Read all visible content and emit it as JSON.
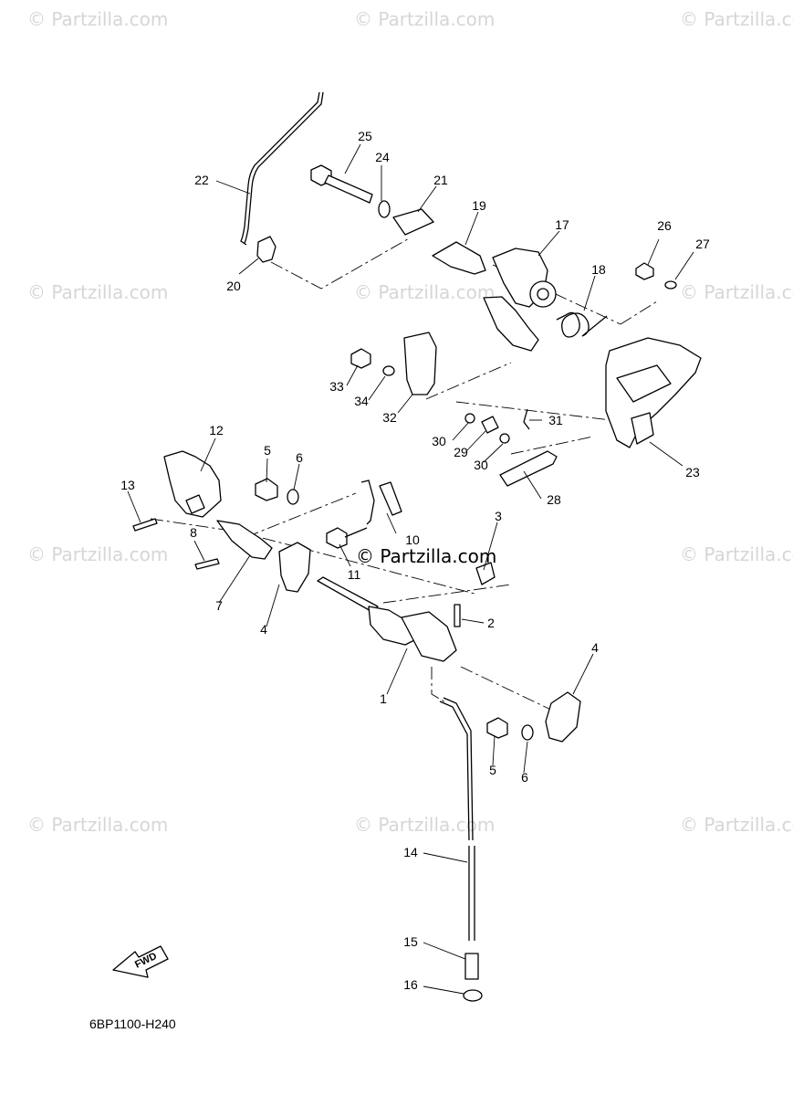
{
  "watermark": "© Partzilla.com",
  "center_watermark": "© Partzilla.com",
  "diagram_code": "6BP1100-H240",
  "fwd_label": "FWD",
  "callouts": [
    "1",
    "2",
    "3",
    "4",
    "4",
    "5",
    "5",
    "6",
    "6",
    "7",
    "8",
    "10",
    "11",
    "12",
    "13",
    "14",
    "15",
    "16",
    "17",
    "18",
    "19",
    "20",
    "21",
    "22",
    "23",
    "24",
    "25",
    "26",
    "27",
    "28",
    "29",
    "30",
    "30",
    "31",
    "32",
    "33",
    "34"
  ],
  "colors": {
    "line": "#000000",
    "watermark": "#d6d6d6",
    "background": "#ffffff"
  }
}
